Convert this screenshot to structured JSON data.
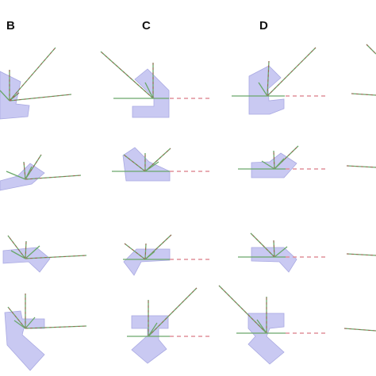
{
  "panels": {
    "b": {
      "label": "B"
    },
    "c": {
      "label": "C"
    },
    "d": {
      "label": "D"
    }
  },
  "colors": {
    "shape_fill": "#c9c9f2",
    "ray_green": "#6aa86a",
    "ray_red": "#b04a4a",
    "dashed_extension": "#e0909a"
  }
}
